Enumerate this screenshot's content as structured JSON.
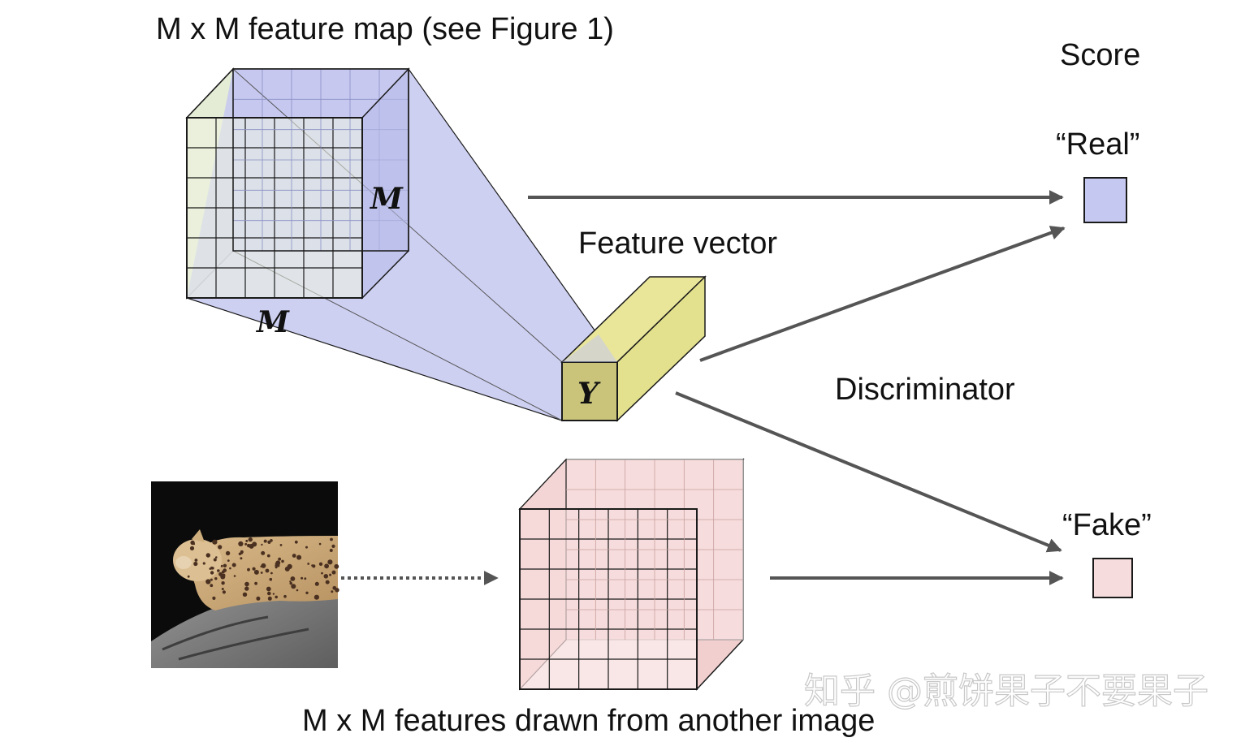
{
  "labels": {
    "top_title": "M x M feature map (see Figure 1)",
    "score": "Score",
    "real": "“Real”",
    "fake": "“Fake”",
    "feature_vector": "Feature vector",
    "discriminator": "Discriminator",
    "bottom_caption": "M x M features drawn from another image",
    "m_side": "M",
    "m_bottom": "M",
    "y_label": "Y",
    "watermark": "知乎 @煎饼果子不要果子"
  },
  "colors": {
    "blue_fill": "#c5c8f0",
    "green_fill": "#eef4e2",
    "yellow_fill": "#e9e69a",
    "yellow_face": "#c9c47a",
    "pink_fill": "#f6dcdc",
    "arrow": "#555555",
    "outline": "#1a1a1a"
  },
  "icons": {
    "photo": "leopard-photo"
  }
}
